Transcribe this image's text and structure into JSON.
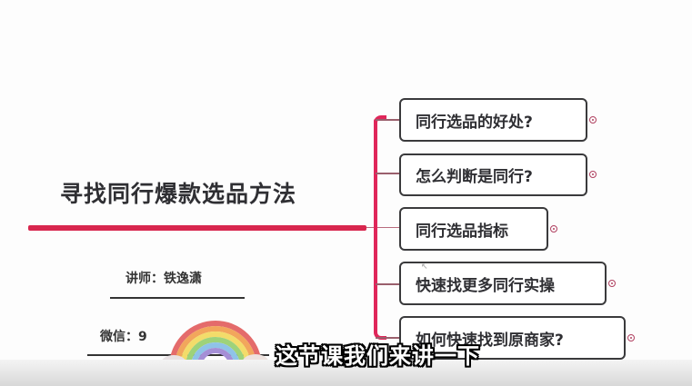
{
  "mindmap": {
    "central_topic": "寻找同行爆款选品方法",
    "branches": [
      {
        "label": "同行选品的好处?"
      },
      {
        "label": "怎么判断是同行?"
      },
      {
        "label": "同行选品指标"
      },
      {
        "label": "快速找更多同行实操"
      },
      {
        "label": "如何快速找到原商家?"
      }
    ],
    "accent_color": "#e0265a"
  },
  "info": {
    "lecturer": "讲师：铁逸潇",
    "wechat": "微信：9"
  },
  "subtitle": "这节课我们来讲一下"
}
